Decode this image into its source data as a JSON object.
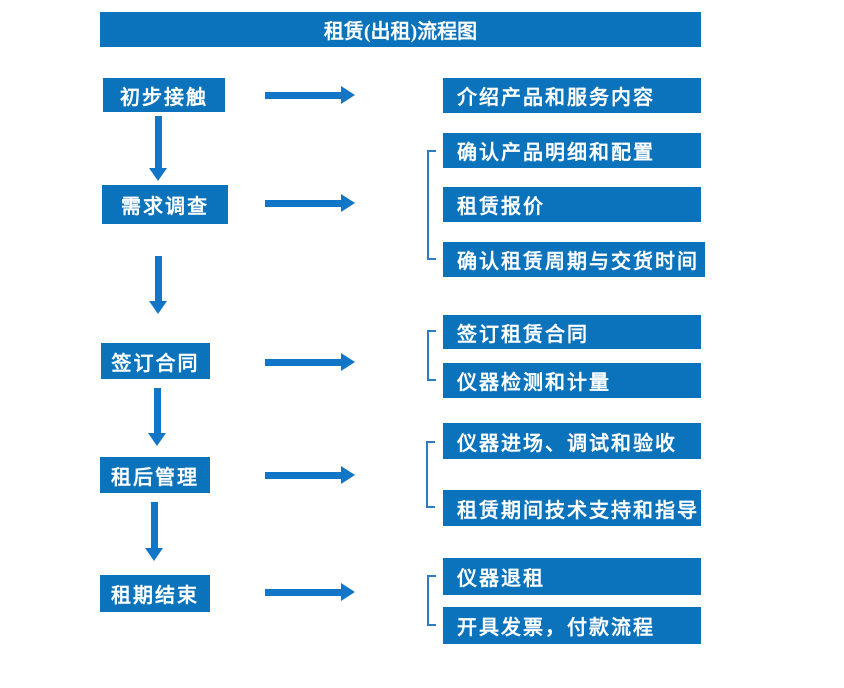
{
  "title": "租赁(出租)流程图",
  "colors": {
    "box_fill": "#0b72bc",
    "arrow": "#1176c8",
    "bracket": "#2e7bbf",
    "text": "#ffffff",
    "background": "#ffffff"
  },
  "chart_type": "flowchart",
  "steps": [
    {
      "label": "初步接触",
      "details": [
        "介绍产品和服务内容"
      ]
    },
    {
      "label": "需求调查",
      "details": [
        "确认产品明细和配置",
        "租赁报价",
        "确认租赁周期与交货时间"
      ]
    },
    {
      "label": "签订合同",
      "details": [
        "签订租赁合同",
        "仪器检测和计量"
      ]
    },
    {
      "label": "租后管理",
      "details": [
        "仪器进场、调试和验收",
        "租赁期间技术支持和指导"
      ]
    },
    {
      "label": "租期结束",
      "details": [
        "仪器退租",
        "开具发票，付款流程"
      ]
    }
  ]
}
